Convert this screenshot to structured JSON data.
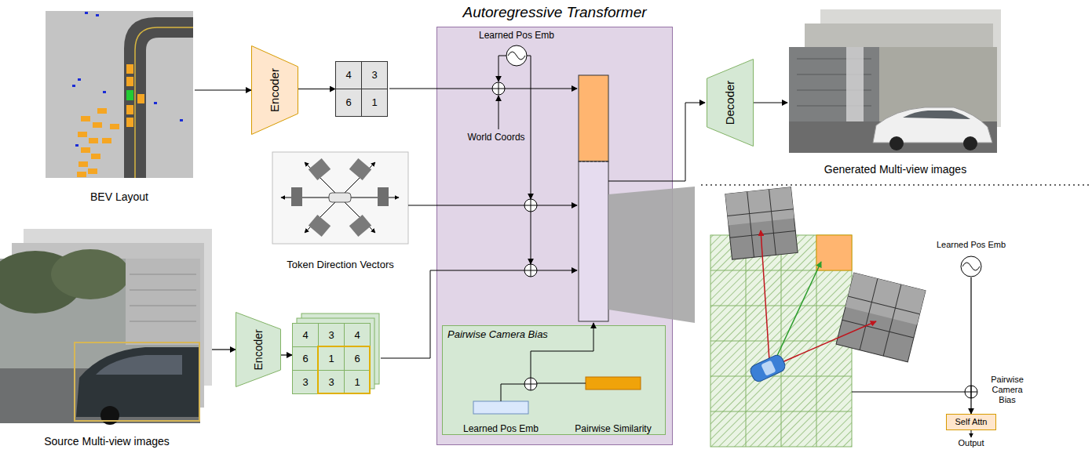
{
  "diagram": {
    "nodes": [
      {
        "text": [
          "BEV Layout"
        ]
      },
      {
        "text": [
          "Encoder"
        ]
      },
      {
        "text": [
          "4",
          "3",
          "6",
          "1"
        ]
      },
      {
        "text": [
          "Autoregressive Transformer"
        ]
      },
      {
        "text": [
          "Learned Pos Emb"
        ],
        "in": 3
      },
      {
        "text": [
          "Pairwise Camera Bias"
        ],
        "in": 3
      },
      {
        "text": [
          "Learned Pos Emb"
        ],
        "in": 5
      },
      {
        "text": [
          "Pairwise Similarity"
        ],
        "in": 5
      },
      {
        "text": [
          "Decoder"
        ]
      },
      {
        "text": [
          "Generated Multi-view images"
        ]
      },
      {
        "text": [
          "Token Direction Vectors"
        ]
      },
      {
        "text": [
          "Source Multi-view images"
        ]
      },
      {
        "text": [
          "Encoder"
        ]
      },
      {
        "text": [
          "4",
          "3",
          "4",
          "6",
          "1",
          "6",
          "3",
          "3",
          "1"
        ]
      },
      {
        "text": [
          "Learned Pos Emb"
        ]
      },
      {
        "text": [
          "Self Attn"
        ]
      }
    ],
    "edges": [
      {
        "from": 0,
        "to": 1,
        "arrow": "to"
      },
      {
        "from": 1,
        "to": 2,
        "arrow": "to"
      },
      {
        "from": 8,
        "to": 9,
        "arrow": "to"
      },
      {
        "from": 11,
        "to": 12,
        "arrow": "to"
      },
      {
        "from": 12,
        "to": 13,
        "arrow": "to"
      },
      {
        "from": 14,
        "to": 15,
        "arrow": "to"
      }
    ],
    "labels": [
      "World Coords",
      "Pairwise Camera Bias",
      "Output"
    ]
  }
}
